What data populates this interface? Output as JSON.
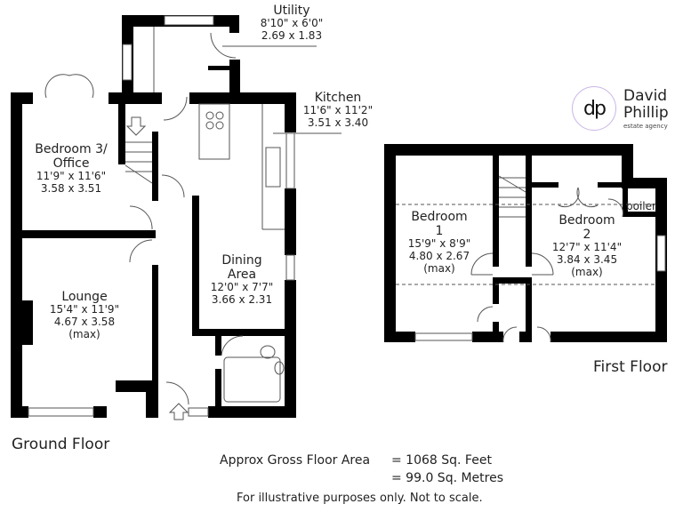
{
  "brand": {
    "monogram": "dp",
    "name_line1": "David",
    "name_line2": "Phillip",
    "tagline": "estate agency",
    "ring_color": "#c9b6e6"
  },
  "ground_floor": {
    "title": "Ground Floor",
    "rooms": [
      {
        "name": "Utility",
        "imperial": "8'10\" x 6'0\"",
        "metric": "2.69 x 1.83"
      },
      {
        "name": "Kitchen",
        "imperial": "11'6\" x 11'2\"",
        "metric": "3.51 x 3.40"
      },
      {
        "name_line1": "Bedroom 3/",
        "name_line2": "Office",
        "imperial": "11'9\" x 11'6\"",
        "metric": "3.58 x 3.51"
      },
      {
        "name_line1": "Dining",
        "name_line2": "Area",
        "imperial": "12'0\" x 7'7\"",
        "metric": "3.66 x 2.31"
      },
      {
        "name": "Lounge",
        "imperial": "15'4\" x 11'9\"",
        "metric": "4.67 x 3.58",
        "note": "(max)"
      }
    ]
  },
  "first_floor": {
    "title": "First Floor",
    "rooms": [
      {
        "name_line1": "Bedroom",
        "name_line2": "1",
        "imperial": "15'9\" x 8'9\"",
        "metric": "4.80 x 2.67",
        "note": "(max)"
      },
      {
        "name_line1": "Bedroom",
        "name_line2": "2",
        "imperial": "12'7\" x 11'4\"",
        "metric": "3.84 x 3.45",
        "note": "(max)"
      },
      {
        "name": "boiler"
      }
    ]
  },
  "footer": {
    "area_label": "Approx Gross Floor Area",
    "area_sqft": "=  1068  Sq. Feet",
    "area_sqm": "=  99.0  Sq. Metres",
    "disclaimer": "For illustrative purposes only. Not to scale."
  },
  "colors": {
    "wall": "#000000",
    "line": "#555555",
    "background": "#ffffff"
  }
}
